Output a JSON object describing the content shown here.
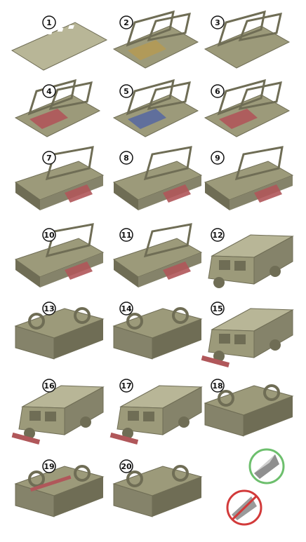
{
  "title": "",
  "colors": {
    "cardboard": "#9c9a7a",
    "cardboard_dark": "#6f6d55",
    "cardboard_light": "#b8b697",
    "new_part_red": "#b0575a",
    "new_part_blue": "#5a6aa0",
    "new_part_yellow": "#b49a55",
    "good_ring": "#6dbf6d",
    "bad_ring": "#d23a3a"
  },
  "steps": [
    {
      "number": "1",
      "stage": "base",
      "accent": "none"
    },
    {
      "number": "2",
      "stage": "frame",
      "accent": "yellow"
    },
    {
      "number": "3",
      "stage": "frame",
      "accent": "none"
    },
    {
      "number": "4",
      "stage": "frame",
      "accent": "red"
    },
    {
      "number": "5",
      "stage": "frame",
      "accent": "blue"
    },
    {
      "number": "6",
      "stage": "frame",
      "accent": "red"
    },
    {
      "number": "7",
      "stage": "body-open",
      "accent": "red"
    },
    {
      "number": "8",
      "stage": "body-open",
      "accent": "red"
    },
    {
      "number": "9",
      "stage": "body-open",
      "accent": "red"
    },
    {
      "number": "10",
      "stage": "body-open",
      "accent": "red"
    },
    {
      "number": "11",
      "stage": "body-open",
      "accent": "red"
    },
    {
      "number": "12",
      "stage": "body-closed",
      "accent": "none"
    },
    {
      "number": "13",
      "stage": "underside",
      "accent": "none"
    },
    {
      "number": "14",
      "stage": "underside",
      "accent": "none"
    },
    {
      "number": "15",
      "stage": "body-closed",
      "accent": "red"
    },
    {
      "number": "16",
      "stage": "body-closed",
      "accent": "red"
    },
    {
      "number": "17",
      "stage": "body-closed",
      "accent": "red"
    },
    {
      "number": "18",
      "stage": "underside",
      "accent": "none"
    },
    {
      "number": "19",
      "stage": "underside",
      "accent": "red"
    },
    {
      "number": "20",
      "stage": "underside",
      "accent": "none"
    }
  ],
  "legend": {
    "correct_icon": "folded-corner-correct-icon",
    "incorrect_icon": "folded-corner-incorrect-icon"
  }
}
